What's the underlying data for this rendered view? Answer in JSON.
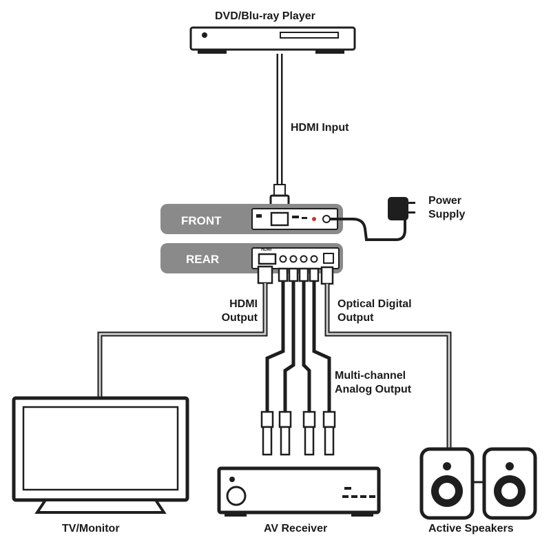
{
  "labels": {
    "dvd_player": "DVD/Blu-ray Player",
    "hdmi_input": "HDMI Input",
    "power_supply_line1": "Power",
    "power_supply_line2": "Supply",
    "front": "FRONT",
    "rear": "REAR",
    "hdmi_output_line1": "HDMI",
    "hdmi_output_line2": "Output",
    "optical_line1": "Optical Digital",
    "optical_line2": "Output",
    "multichannel_line1": "Multi-channel",
    "multichannel_line2": "Analog Output",
    "tv_monitor": "TV/Monitor",
    "av_receiver": "AV Receiver",
    "active_speakers": "Active Speakers",
    "rear_port_hdmi": "HDMI"
  },
  "colors": {
    "panel": "#8a8a8a",
    "cable": "#1e1e1e",
    "thin_cable": "#d0d0d0",
    "device_stroke": "#1e1e1e"
  }
}
